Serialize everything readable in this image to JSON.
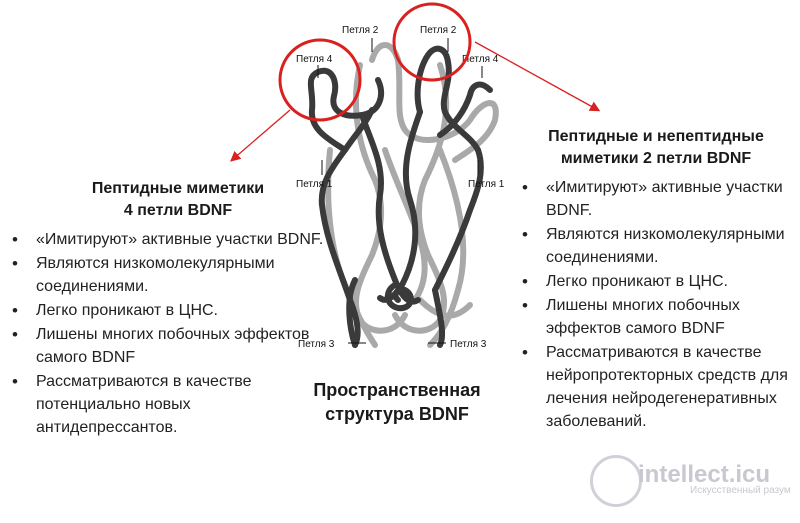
{
  "loop_labels": {
    "loop2_left": "Петля 2",
    "loop2_right": "Петля 2",
    "loop4_left": "Петля 4",
    "loop4_right": "Петля 4",
    "loop1_left": "Петля 1",
    "loop1_right": "Петля 1",
    "loop3_left": "Петля 3",
    "loop3_right": "Петля 3"
  },
  "center_caption": {
    "line1": "Пространственная",
    "line2": "структура BDNF"
  },
  "left_block": {
    "title_line1": "Пептидные миметики",
    "title_line2": "4 петли BDNF",
    "items": [
      "«Имитируют» активные участки BDNF.",
      "Являются низкомолекулярными соединениями.",
      "Легко проникают в ЦНС.",
      "Лишены многих побочных эффектов самого BDNF",
      "Рассматриваются в качестве потенциально новых антидепрессантов."
    ]
  },
  "right_block": {
    "title_line1": "Пептидные и непептидные",
    "title_line2": "миметики 2 петли BDNF",
    "items": [
      "«Имитируют» активные участки BDNF.",
      "Являются низкомолекулярными соединениями.",
      "Легко проникают в ЦНС.",
      "Лишены многих побочных эффектов самого BDNF",
      "Рассматриваются в качестве нейропротекторных средств для лечения нейродегенеративных заболеваний."
    ]
  },
  "watermark": {
    "main": "intellect.icu",
    "sub": "Искусственный разум"
  },
  "colors": {
    "highlight": "#d9211f",
    "dark_strand": "#3a3a3a",
    "light_strand": "#a9a9a9",
    "text": "#1a1a1a"
  }
}
